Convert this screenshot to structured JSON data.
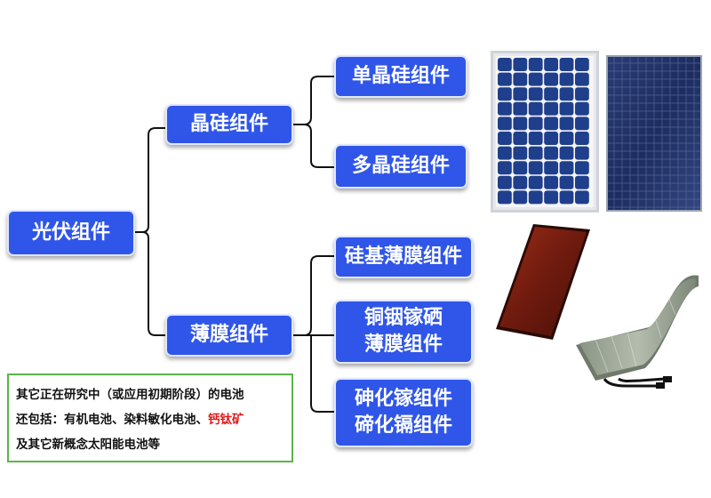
{
  "nodes": {
    "root": "光伏组件",
    "crystal": "晶硅组件",
    "mono": "单晶硅组件",
    "poly": "多晶硅组件",
    "thin": "薄膜组件",
    "si_thin": "硅基薄膜组件",
    "cigs_line1": "铜铟镓硒",
    "cigs_line2": "薄膜组件",
    "gaas": "砷化镓组件",
    "cdte": "碲化镉组件"
  },
  "note": {
    "line1": "其它正在研究中（或应用初期阶段）的电池",
    "line2_prefix": "还包括：有机电池、染料敏化电池、",
    "line2_highlight": "钙钛矿",
    "line3": "及其它新概念太阳能电池等"
  },
  "colors": {
    "node_fill": "#2f56e8",
    "note_border": "#58b648",
    "highlight": "#e01b1b"
  }
}
